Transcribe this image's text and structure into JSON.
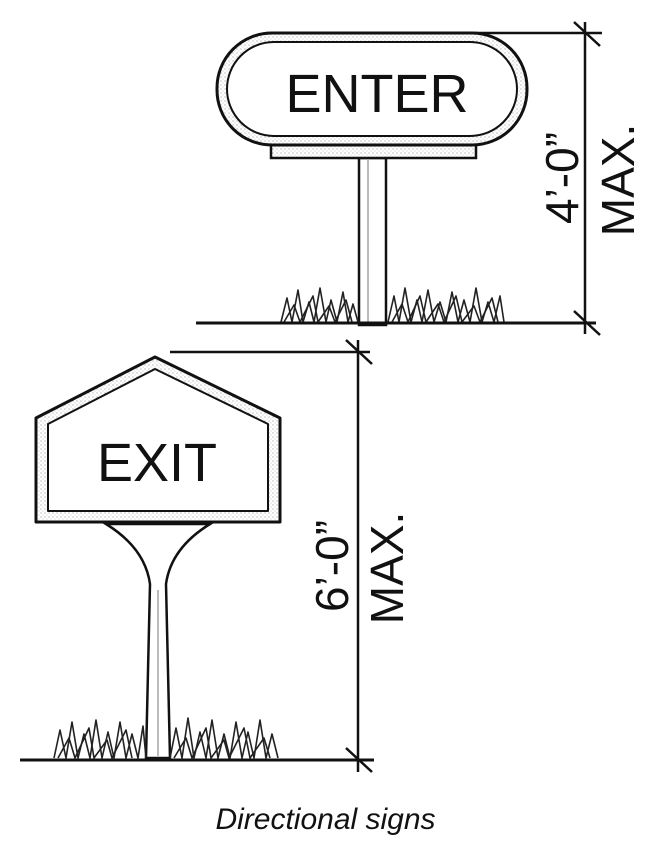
{
  "signs": {
    "enter": {
      "label": "ENTER"
    },
    "exit": {
      "label": "EXIT"
    }
  },
  "dimensions": {
    "enter_height": {
      "value": "4’-0”",
      "qualifier": "MAX."
    },
    "exit_height": {
      "value": "6’-0”",
      "qualifier": "MAX."
    }
  },
  "caption": "Directional signs"
}
